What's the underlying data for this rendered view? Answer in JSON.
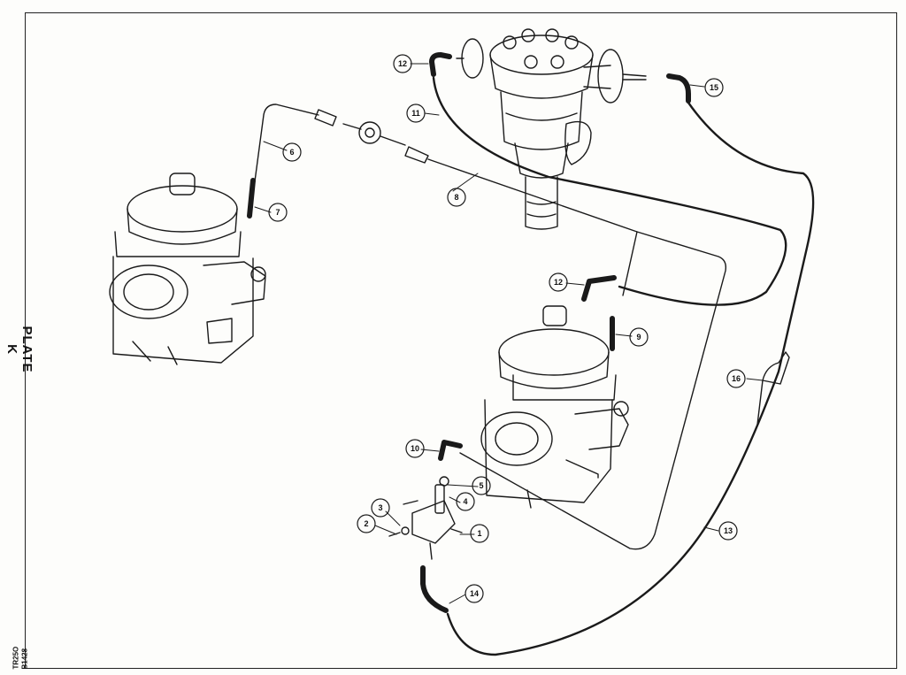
{
  "plate": {
    "title": "PLATE K",
    "ref_code": "TR25O",
    "ref_number": "B1428"
  },
  "callouts": [
    {
      "id": "c1",
      "label": "1"
    },
    {
      "id": "c2",
      "label": "2"
    },
    {
      "id": "c3",
      "label": "3"
    },
    {
      "id": "c4",
      "label": "4"
    },
    {
      "id": "c5",
      "label": "5"
    },
    {
      "id": "c6",
      "label": "6"
    },
    {
      "id": "c7",
      "label": "7"
    },
    {
      "id": "c8",
      "label": "8"
    },
    {
      "id": "c9",
      "label": "9"
    },
    {
      "id": "c10",
      "label": "10"
    },
    {
      "id": "c11",
      "label": "11"
    },
    {
      "id": "c12a",
      "label": "12"
    },
    {
      "id": "c12b",
      "label": "12"
    },
    {
      "id": "c13",
      "label": "13"
    },
    {
      "id": "c14",
      "label": "14"
    },
    {
      "id": "c15",
      "label": "15"
    },
    {
      "id": "c16",
      "label": "16"
    }
  ]
}
